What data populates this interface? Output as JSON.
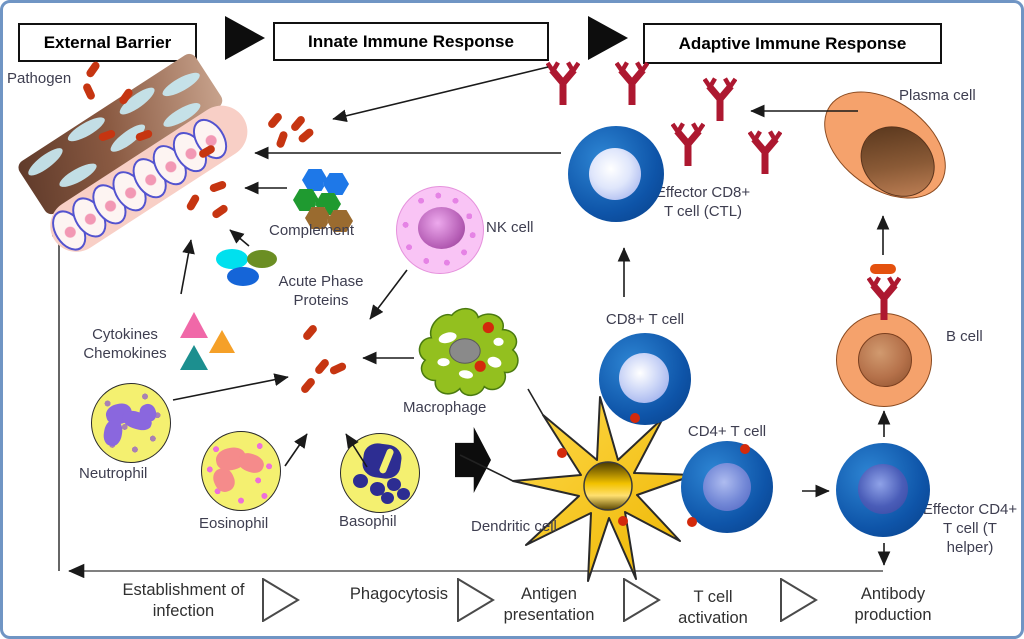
{
  "header": {
    "boxes": [
      "External Barrier",
      "Innate Immune Response",
      "Adaptive Immune Response"
    ]
  },
  "labels": {
    "pathogen": "Pathogen",
    "complement": "Complement",
    "acute_phase": "Acute Phase Proteins",
    "cytokines": "Cytokines Chemokines",
    "nk_cell": "NK cell",
    "macrophage": "Macrophage",
    "neutrophil": "Neutrophil",
    "eosinophil": "Eosinophil",
    "basophil": "Basophil",
    "dendritic": "Dendritic cell",
    "cd8": "CD8+ T cell",
    "effector_cd8": "Effector CD8+ T cell (CTL)",
    "cd4": "CD4+ T cell",
    "effector_cd4": "Effector CD4+ T cell (T helper)",
    "b_cell": "B cell",
    "plasma": "Plasma cell"
  },
  "bottom_stages": [
    "Establishment of infection",
    "Phagocytosis",
    "Antigen presentation",
    "T cell activation",
    "Antibody production"
  ],
  "colors": {
    "frame_blue": "#7095C4",
    "pathogen_red": "#C63511",
    "antibody_crimson": "#AD1830",
    "antigen_orange": "#E4510E",
    "tcell_blue": "#0E54A8",
    "bcell_orange": "#F5A26C",
    "macrophage_green": "#93C01F",
    "dendritic_gold": "#F7C808",
    "nk_pink": "#F9C4F5",
    "granulocyte_yellow": "#F4F070",
    "neutrophil_nucleus": "#8A67DE",
    "eosinophil_nucleus": "#F58B8B",
    "basophil_nucleus": "#2D2D92",
    "complement_blue": "#1E78E8",
    "complement_green": "#1F9A30",
    "complement_brown": "#9A6B2F",
    "cytokine_pink": "#F068A8",
    "cytokine_orange": "#F5A028",
    "cytokine_teal": "#1C8F8F"
  }
}
